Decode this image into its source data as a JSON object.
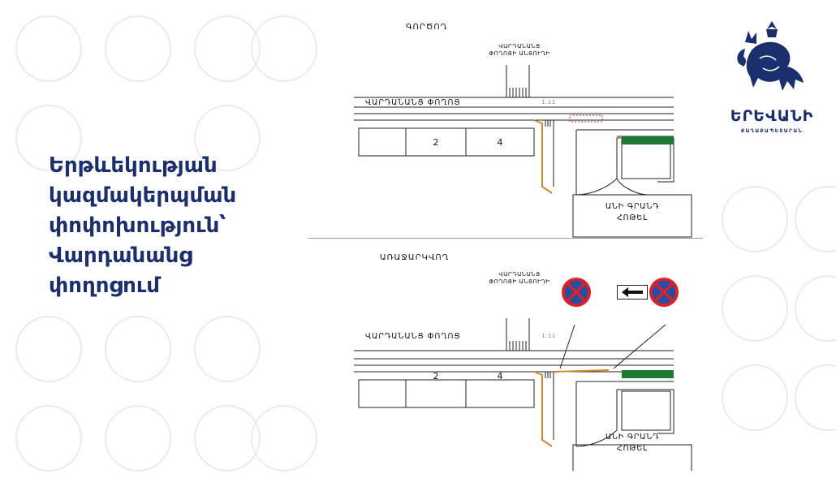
{
  "headline": "Երթևեկության\nկազմակերպման\nփոփոխություն՝\nՎարդանանց\nփողոցում",
  "logo": {
    "wordmark": "ԵՐԵՎԱՆԻ",
    "subline": "ՔԱՂԱՔԱՊԵՏԱՐԱՆ",
    "icon": "yerevan-lion-emblem-icon"
  },
  "colors": {
    "brand": "#1b2f6e",
    "green_lot": "#1e7a32",
    "orange_curb": "#d4882a",
    "sign_red": "#d8222a",
    "sign_blue": "#1f4fa8"
  },
  "plans": [
    {
      "title": "ԳՈՐԾՈՂ",
      "alley_label": "ՎԱՐԴԱՆԱՆՑ\nՓՈՂՈՑԻ ԱՆՑՈՒՂԻ",
      "street_label": "ՎԱՐԴԱՆԱՆՑ ՓՈՂՈՑ",
      "marking": "1.11",
      "blocks": [
        "",
        "2",
        "4"
      ],
      "hotel_label": "ԱՆԻ ԳՐԱՆԴ\nՀՈԹԵԼ"
    },
    {
      "title": "ԱՌԱՋԱՐԿՎՈՂ",
      "alley_label": "ՎԱՐԴԱՆԱՆՑ\nՓՈՂՈՑԻ ԱՆՑՈՒՂԻ",
      "street_label": "ՎԱՐԴԱՆԱՆՑ ՓՈՂՈՑ",
      "marking": "1.11",
      "blocks": [
        "",
        "2",
        "4"
      ],
      "hotel_label": "ԱՆԻ ԳՐԱՆԴ\nՀՈԹԵԼ",
      "signs": [
        "no-stopping-sign-icon",
        "direction-arrow-left-icon",
        "no-stopping-sign-icon"
      ]
    }
  ]
}
